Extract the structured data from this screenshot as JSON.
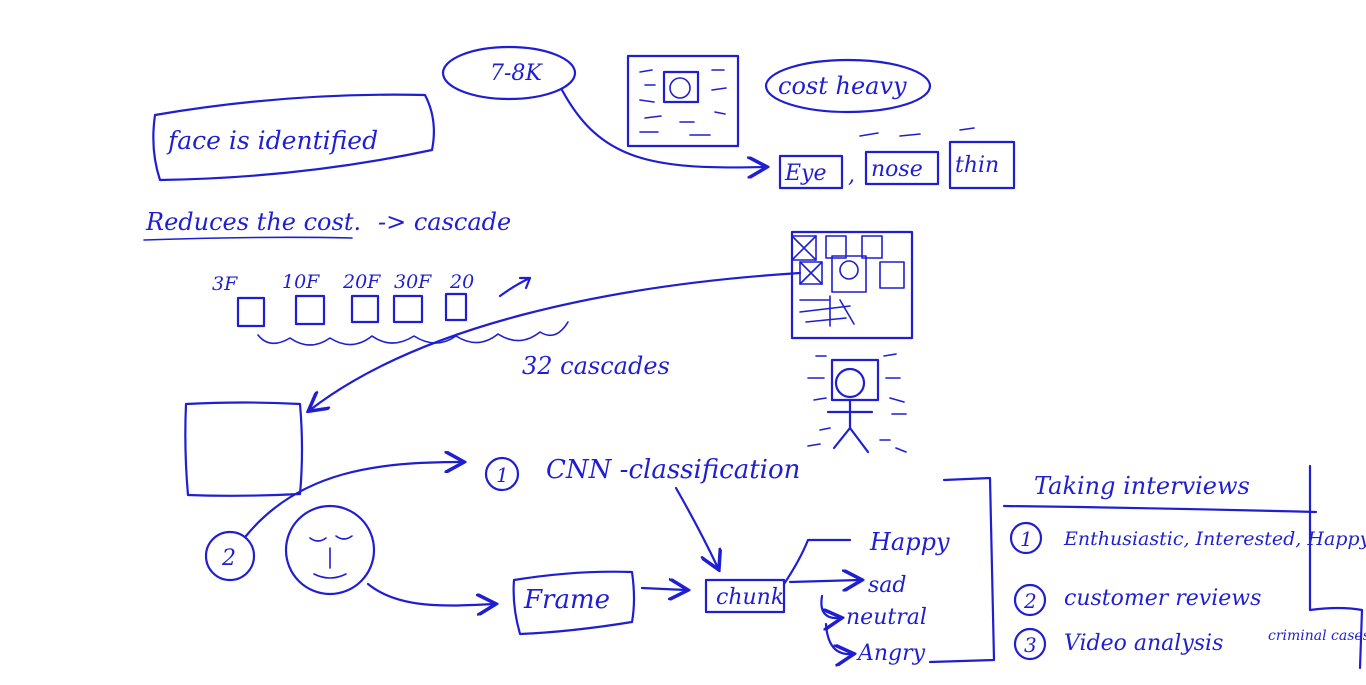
{
  "ink_color": "#1f1fd1",
  "background_color": "#ffffff",
  "labels": {
    "face_identified": "face is identified",
    "pixel_count": "7-8K",
    "cost_heavy": "cost heavy",
    "eye": "Eye",
    "nose": "nose",
    "chin": "thin",
    "reduces_cost": "Reduces the cost.",
    "cascade": "-> cascade",
    "cascade_count": "32 cascades",
    "cnn_number": "1",
    "cnn_classification": "CNN -classification",
    "approach_two": "2",
    "frame": "Frame",
    "chunk": "chunk",
    "happy": "Happy",
    "sad": "sad",
    "neutral": "neutral",
    "angry": "Angry"
  },
  "cascade_features": [
    "3F",
    "10F",
    "20F",
    "30F",
    "20"
  ],
  "use_cases": {
    "title": "Taking interviews",
    "items": [
      {
        "number": "1",
        "text": "Enthusiastic, Interested, Happy"
      },
      {
        "number": "2",
        "text": "customer reviews"
      },
      {
        "number": "3",
        "text": "Video analysis",
        "note": "criminal cases"
      }
    ]
  }
}
